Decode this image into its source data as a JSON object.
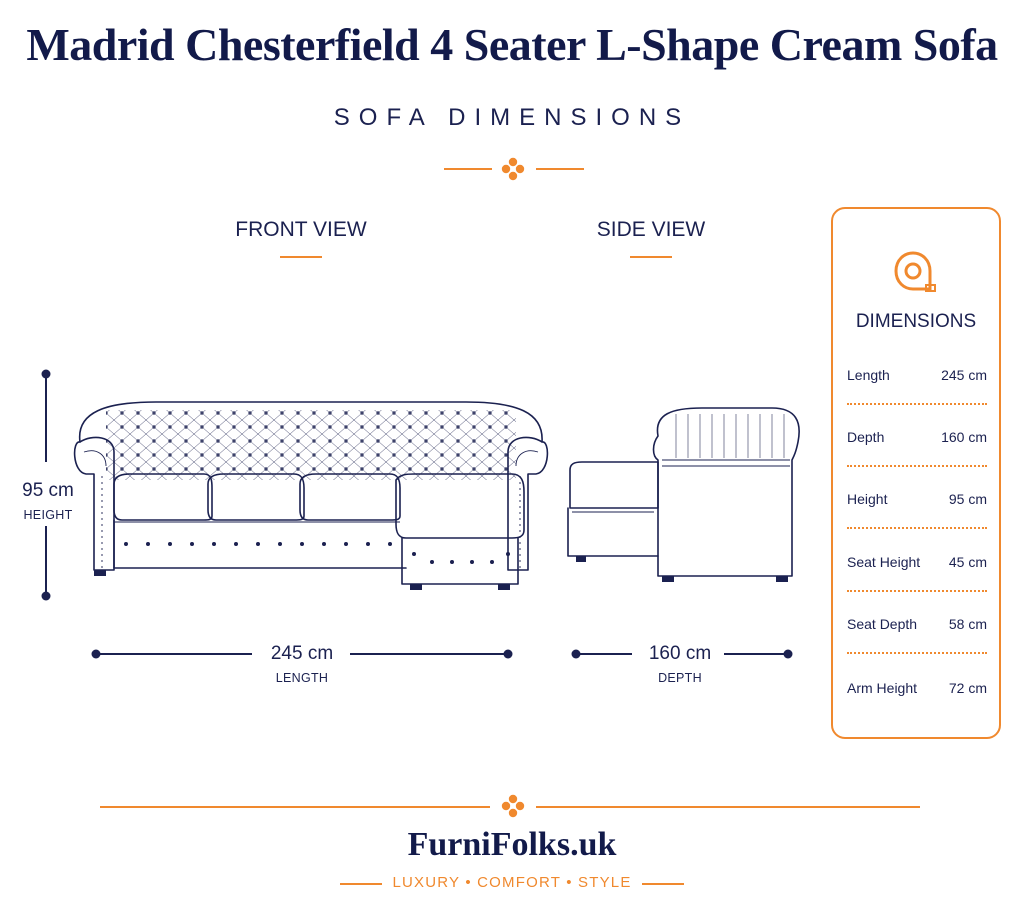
{
  "header": {
    "title": "Madrid Chesterfield 4 Seater L-Shape Cream Sofa",
    "subtitle": "SOFA DIMENSIONS"
  },
  "views": {
    "front": {
      "label": "FRONT VIEW",
      "height_value": "95 cm",
      "height_label": "HEIGHT",
      "length_value": "245 cm",
      "length_label": "LENGTH"
    },
    "side": {
      "label": "SIDE VIEW",
      "depth_value": "160 cm",
      "depth_label": "DEPTH"
    }
  },
  "panel": {
    "icon": "tape-measure-icon",
    "title": "DIMENSIONS",
    "rows": [
      {
        "label": "Length",
        "value": "245 cm"
      },
      {
        "label": "Depth",
        "value": "160 cm"
      },
      {
        "label": "Height",
        "value": "95 cm"
      },
      {
        "label": "Seat Height",
        "value": "45 cm"
      },
      {
        "label": "Seat Depth",
        "value": "58 cm"
      },
      {
        "label": "Arm Height",
        "value": "72 cm"
      }
    ]
  },
  "footer": {
    "brand": "FurniFolks.uk",
    "tagline": "LUXURY • COMFORT • STYLE",
    "ornament_icon": "flower-ornament-icon"
  },
  "colors": {
    "navy": "#1b2150",
    "title_navy": "#121a4a",
    "accent_orange": "#f0892e"
  }
}
